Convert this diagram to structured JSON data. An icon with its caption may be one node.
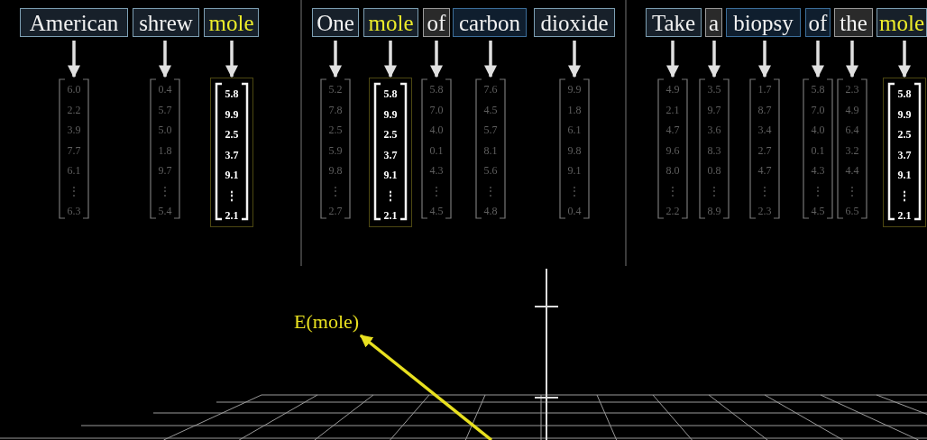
{
  "diagram": {
    "nodes": [
      {
        "text": [
          "American"
        ]
      },
      {
        "text": [
          "shrew"
        ]
      },
      {
        "text": [
          "mole"
        ]
      },
      {
        "text": [
          "One"
        ]
      },
      {
        "text": [
          "mole"
        ]
      },
      {
        "text": [
          "of"
        ]
      },
      {
        "text": [
          "carbon"
        ]
      },
      {
        "text": [
          "dioxide"
        ]
      },
      {
        "text": [
          "Take"
        ]
      },
      {
        "text": [
          "a"
        ]
      },
      {
        "text": [
          "biopsy"
        ]
      },
      {
        "text": [
          "of"
        ]
      },
      {
        "text": [
          "the"
        ]
      },
      {
        "text": [
          "mole"
        ]
      },
      {
        "text": [
          "6.0",
          "2.2",
          "3.9",
          "7.7",
          "6.1",
          "⋮",
          "6.3"
        ]
      },
      {
        "text": [
          "0.4",
          "5.7",
          "5.0",
          "1.8",
          "9.7",
          "⋮",
          "5.4"
        ]
      },
      {
        "text": [
          "5.8",
          "9.9",
          "2.5",
          "3.7",
          "9.1",
          "⋮",
          "2.1"
        ]
      },
      {
        "text": [
          "5.2",
          "7.8",
          "2.5",
          "5.9",
          "9.8",
          "⋮",
          "2.7"
        ]
      },
      {
        "text": [
          "5.8",
          "9.9",
          "2.5",
          "3.7",
          "9.1",
          "⋮",
          "2.1"
        ]
      },
      {
        "text": [
          "5.8",
          "7.0",
          "4.0",
          "0.1",
          "4.3",
          "⋮",
          "4.5"
        ]
      },
      {
        "text": [
          "7.6",
          "4.5",
          "5.7",
          "8.1",
          "5.6",
          "⋮",
          "4.8"
        ]
      },
      {
        "text": [
          "9.9",
          "1.8",
          "6.1",
          "9.8",
          "9.1",
          "⋮",
          "0.4"
        ]
      },
      {
        "text": [
          "4.9",
          "2.1",
          "4.7",
          "9.6",
          "8.0",
          "⋮",
          "2.2"
        ]
      },
      {
        "text": [
          "3.5",
          "9.7",
          "3.6",
          "8.3",
          "0.8",
          "⋮",
          "8.9"
        ]
      },
      {
        "text": [
          "1.7",
          "8.7",
          "3.4",
          "2.7",
          "4.7",
          "⋮",
          "2.3"
        ]
      },
      {
        "text": [
          "5.8",
          "7.0",
          "4.0",
          "0.1",
          "4.3",
          "⋮",
          "4.5"
        ]
      },
      {
        "text": [
          "2.3",
          "4.9",
          "6.4",
          "3.2",
          "4.4",
          "⋮",
          "6.5"
        ]
      },
      {
        "text": [
          "5.8",
          "9.9",
          "2.5",
          "3.7",
          "9.1",
          "⋮",
          "2.1"
        ]
      },
      {
        "text": [
          "E(mole)"
        ]
      }
    ],
    "edges": [
      {
        "from": 0,
        "to": 14,
        "arrow": "to"
      },
      {
        "from": 1,
        "to": 15,
        "arrow": "to"
      },
      {
        "from": 2,
        "to": 16,
        "arrow": "to"
      },
      {
        "from": 3,
        "to": 17,
        "arrow": "to"
      },
      {
        "from": 4,
        "to": 18,
        "arrow": "to"
      },
      {
        "from": 5,
        "to": 19,
        "arrow": "to"
      },
      {
        "from": 6,
        "to": 20,
        "arrow": "to"
      },
      {
        "from": 7,
        "to": 21,
        "arrow": "to"
      },
      {
        "from": 8,
        "to": 22,
        "arrow": "to"
      },
      {
        "from": 9,
        "to": 23,
        "arrow": "to"
      },
      {
        "from": 10,
        "to": 24,
        "arrow": "to"
      },
      {
        "from": 11,
        "to": 25,
        "arrow": "to"
      },
      {
        "from": 12,
        "to": 26,
        "arrow": "to"
      },
      {
        "from": 13,
        "to": 27,
        "arrow": "to"
      },
      {
        "from": null,
        "to": 28,
        "arrow": "to",
        "color": "#e8e020"
      }
    ]
  }
}
